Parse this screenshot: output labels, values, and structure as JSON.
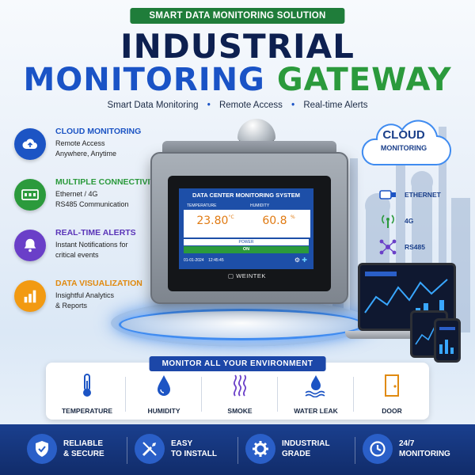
{
  "header": {
    "badge": "SMART DATA MONITORING SOLUTION",
    "title_line1": "INDUSTRIAL",
    "title_line2_blue": "MONITORING",
    "title_line2_green": "GATEWAY",
    "tagline": [
      "Smart Data Monitoring",
      "Remote Access",
      "Real-time Alerts"
    ],
    "tagline_sep": "•"
  },
  "features": [
    {
      "title": "CLOUD MONITORING",
      "desc": "Remote Access\nAnywhere, Anytime",
      "icon": "cloud-upload-icon",
      "color": "#1c54c4",
      "title_color": "#1c54c4"
    },
    {
      "title": "MULTIPLE CONNECTIVITY",
      "desc": "Ethernet / 4G\nRS485 Communication",
      "icon": "network-switch-icon",
      "color": "#2b9a3c",
      "title_color": "#2b9a3c"
    },
    {
      "title": "REAL-TIME ALERTS",
      "desc": "Instant Notifications for\ncritical events",
      "icon": "bell-icon",
      "color": "#6a3fc8",
      "title_color": "#5a34b8"
    },
    {
      "title": "DATA VISUALIZATION",
      "desc": "Insightful Analytics\n& Reports",
      "icon": "bar-chart-icon",
      "color": "#f29a12",
      "title_color": "#e08a10"
    }
  ],
  "device": {
    "screen_title": "DATA CENTER MONITORING SYSTEM",
    "temp_label": "TEMPERATURE",
    "temp_value": "23.80",
    "temp_unit": "°C",
    "hum_label": "HUMIDITY",
    "hum_value": "60.8",
    "hum_unit": "%",
    "power_label": "POWER",
    "power_state": "ON",
    "date": "01-01-2024",
    "time": "12:45:45",
    "brand": "WEINTEK"
  },
  "cloud": {
    "line1": "CLOUD",
    "line2": "MONITORING"
  },
  "connectivity": [
    {
      "label": "ETHERNET",
      "icon": "ethernet-cable-icon"
    },
    {
      "label": "4G",
      "icon": "antenna-4g-icon"
    },
    {
      "label": "RS485",
      "icon": "rs485-network-icon"
    }
  ],
  "environment": {
    "badge": "MONITOR ALL YOUR ENVIRONMENT",
    "items": [
      {
        "label": "TEMPERATURE",
        "icon": "thermometer-icon"
      },
      {
        "label": "HUMIDITY",
        "icon": "water-drop-icon"
      },
      {
        "label": "SMOKE",
        "icon": "smoke-icon"
      },
      {
        "label": "WATER LEAK",
        "icon": "water-leak-icon"
      },
      {
        "label": "DOOR",
        "icon": "door-icon"
      }
    ]
  },
  "benefits": [
    {
      "label": "RELIABLE\n& SECURE",
      "icon": "shield-check-icon"
    },
    {
      "label": "EASY\nTO INSTALL",
      "icon": "tools-icon"
    },
    {
      "label": "INDUSTRIAL\nGRADE",
      "icon": "gear-icon"
    },
    {
      "label": "24/7\nMONITORING",
      "icon": "clock-icon"
    }
  ]
}
